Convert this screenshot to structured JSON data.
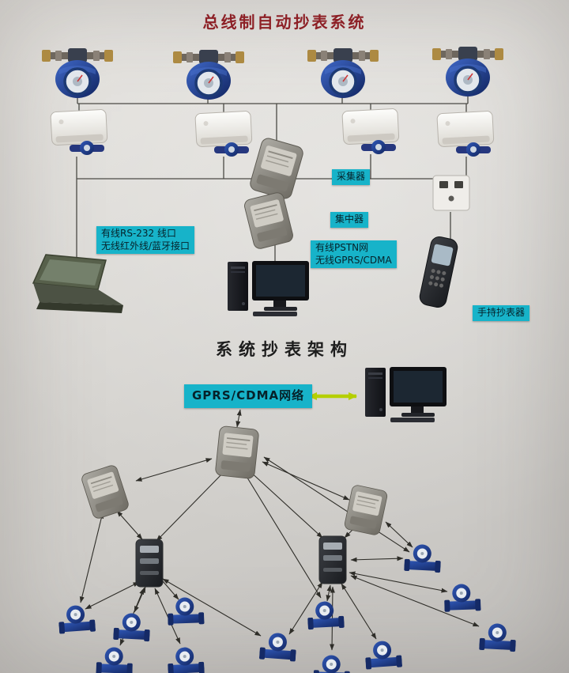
{
  "page": {
    "title": "总线制自动抄表系统",
    "section2_title": "系统抄表架构"
  },
  "labels": {
    "collector": "采集器",
    "concentrator": "集中器",
    "interface_line1": "有线RS-232 线口",
    "interface_line2": "无线红外线/蓝牙接口",
    "network_line1": "有线PSTN网",
    "network_line2": "无线GPRS/CDMA",
    "handheld": "手持抄表器",
    "gprs_network": "GPRS/CDMA网络"
  },
  "colors": {
    "label_background": "#17b3c9",
    "title_text": "#8d2026",
    "network_arrow_green": "#b5cf00",
    "meter_body_blue": "#1d3a8c",
    "connector_line": "#4b4a45"
  }
}
